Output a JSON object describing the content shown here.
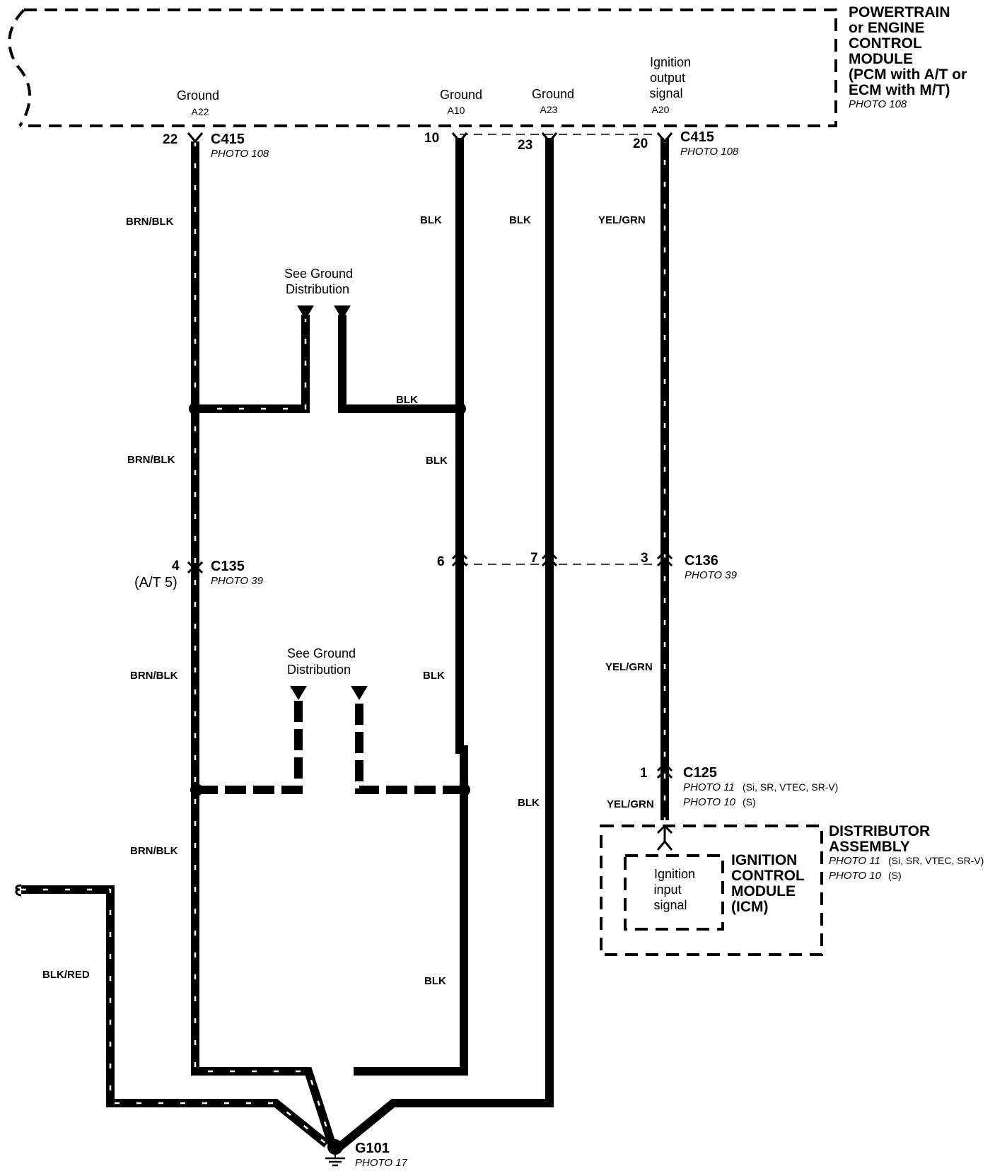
{
  "pcm": {
    "title_lines": [
      "POWERTRAIN",
      "or ENGINE",
      "CONTROL",
      "MODULE",
      "(PCM with A/T or",
      "ECM with M/T)"
    ],
    "photo": "PHOTO 108",
    "pins": [
      {
        "name": "Ground",
        "code": "A22"
      },
      {
        "name": "Ground",
        "code": "A10"
      },
      {
        "name": "Ground",
        "code": "A23"
      },
      {
        "name_lines": [
          "Ignition",
          "output",
          "signal"
        ],
        "code": "A20"
      }
    ]
  },
  "connectors": {
    "c415_left": {
      "id": "C415",
      "photo": "PHOTO 108",
      "pin": "22"
    },
    "c415_right": {
      "id": "C415",
      "photo": "PHOTO 108",
      "pins": [
        "10",
        "23",
        "20"
      ]
    },
    "c135": {
      "id": "C135",
      "photo": "PHOTO 39",
      "pin": "4",
      "alt": "(A/T 5)"
    },
    "c136": {
      "id": "C136",
      "photo": "PHOTO 39",
      "pins": [
        "6",
        "7",
        "3"
      ]
    },
    "c125": {
      "id": "C125",
      "photo_1": "PHOTO 11",
      "note_1": "(Si, SR, VTEC, SR-V)",
      "photo_2": "PHOTO 10",
      "note_2": "(S)",
      "pin": "1"
    }
  },
  "wire_labels": {
    "brn_blk": "BRN/BLK",
    "blk": "BLK",
    "yel_grn": "YEL/GRN",
    "blk_red": "BLK/RED"
  },
  "ground_refs": {
    "upper": [
      "See Ground",
      "Distribution"
    ],
    "lower": [
      "See Ground",
      "Distribution"
    ]
  },
  "distributor": {
    "title_lines": [
      "DISTRIBUTOR",
      "ASSEMBLY"
    ],
    "photo_1": "PHOTO 11",
    "note_1": "(Si, SR, VTEC, SR-V)",
    "photo_2": "PHOTO 10",
    "note_2": "(S)",
    "icm_lines": [
      "IGNITION",
      "CONTROL",
      "MODULE",
      "(ICM)"
    ],
    "input_lines": [
      "Ignition",
      "input",
      "signal"
    ]
  },
  "ground": {
    "id": "G101",
    "photo": "PHOTO 17"
  }
}
